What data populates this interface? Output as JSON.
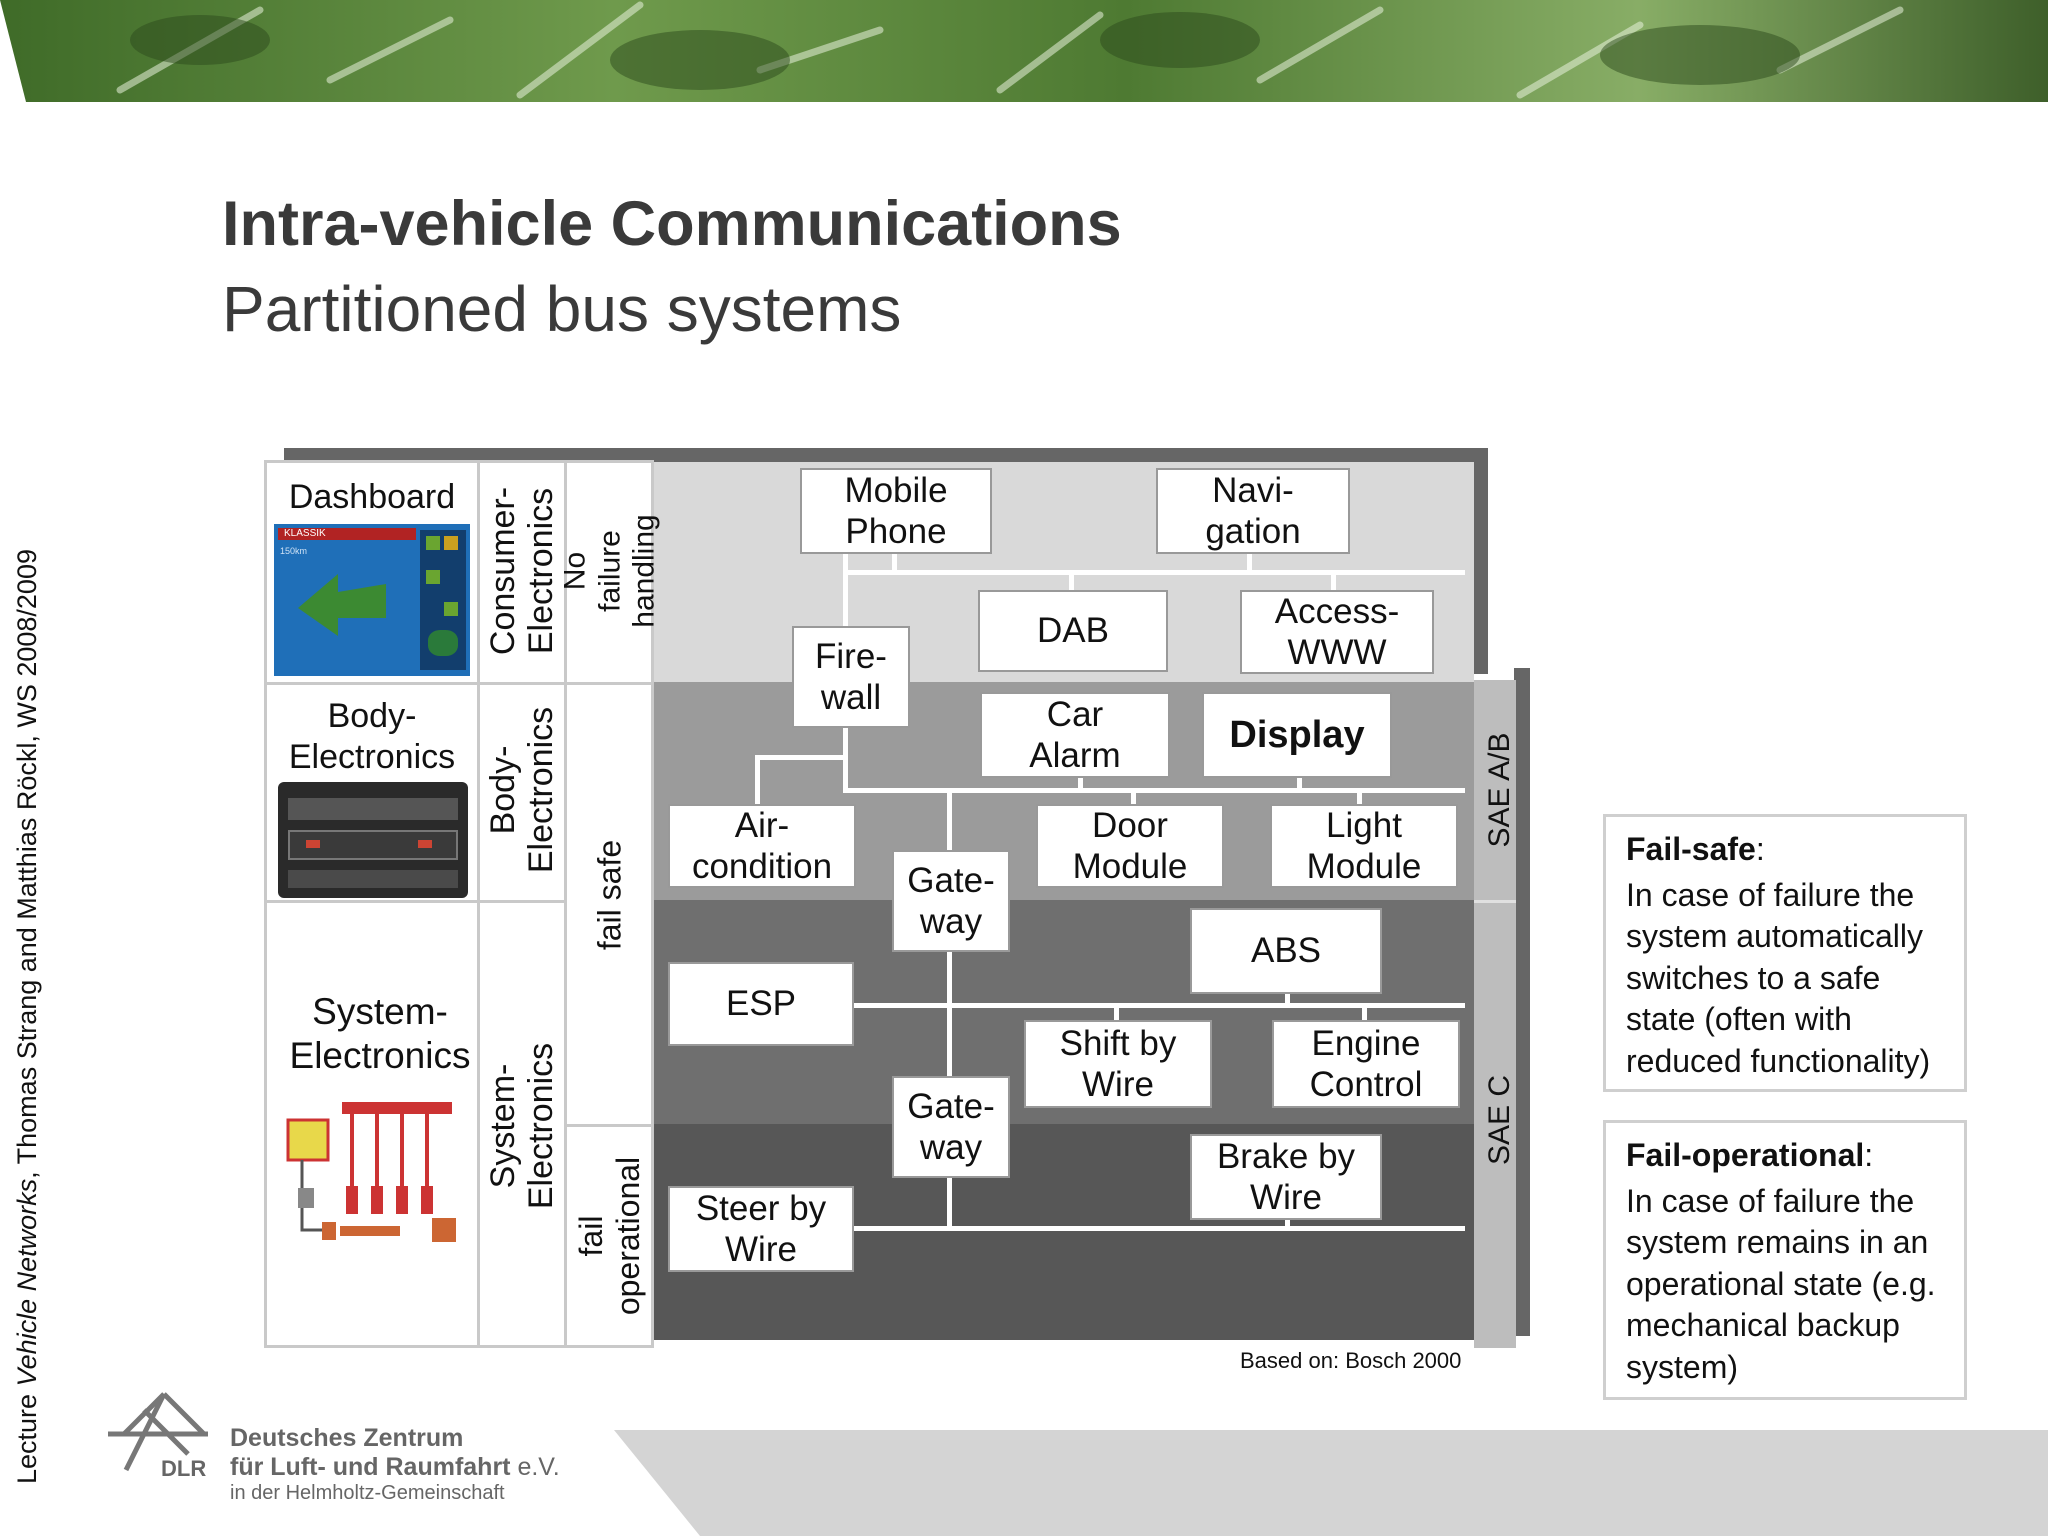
{
  "slide": {
    "title": "Intra-vehicle Communications",
    "subtitle": "Partitioned bus systems",
    "side_text_prefix": "Lecture ",
    "side_text_italic": "Vehicle Networks",
    "side_text_suffix": ", Thomas Strang and Matthias Röckl, WS 2008/2009",
    "credit": "Based on: Bosch 2000"
  },
  "diagram": {
    "domains": [
      "Dashboard",
      "Body-\nElectronics",
      "System-\nElectronics"
    ],
    "categories": {
      "consumer": "Consumer-\nElectronics",
      "body": "Body-\nElectronics",
      "system": "System-\nElectronics"
    },
    "failure_levels": {
      "none": "No failure\nhandling",
      "safe": "fail safe",
      "operational": "fail\noperational"
    },
    "sae": {
      "ab": "SAE A/B",
      "c": "SAE C"
    },
    "nodes": {
      "mobile_phone": "Mobile\nPhone",
      "navigation": "Navi-\ngation",
      "dab": "DAB",
      "access_www": "Access-\nWWW",
      "firewall": "Fire-\nwall",
      "car_alarm": "Car\nAlarm",
      "display": "Display",
      "air_condition": "Air-\ncondition",
      "door_module": "Door\nModule",
      "light_module": "Light\nModule",
      "gateway_1": "Gate-\nway",
      "abs": "ABS",
      "esp": "ESP",
      "shift_by_wire": "Shift by\nWire",
      "engine_control": "Engine\nControl",
      "gateway_2": "Gate-\nway",
      "brake_by_wire": "Brake by\nWire",
      "steer_by_wire": "Steer by\nWire"
    },
    "dashboard_screen": {
      "label": "KLASSIK",
      "sub": "150km"
    },
    "colors": {
      "zone_consumer": "#d9d9d9",
      "zone_body": "#9b9b9b",
      "zone_system": "#6f6f6f",
      "zone_operational": "#575757",
      "sae_bar": "#bdbdbd",
      "banner_green": "#4e7a32"
    }
  },
  "notes": {
    "fail_safe": {
      "term": "Fail-safe",
      "colon": ":",
      "text": "In case of failure the system automatically switches to a safe state (often with reduced functionality)"
    },
    "fail_operational": {
      "term": "Fail-operational",
      "colon": ":",
      "text": "In case of failure the system remains in an operational state (e.g. mechanical backup system)"
    }
  },
  "logo": {
    "abbr": "DLR",
    "line1": "Deutsches Zentrum",
    "line2": "für Luft- und Raumfahrt",
    "line2_suffix": " e.V.",
    "line3": "in der Helmholtz-Gemeinschaft"
  }
}
